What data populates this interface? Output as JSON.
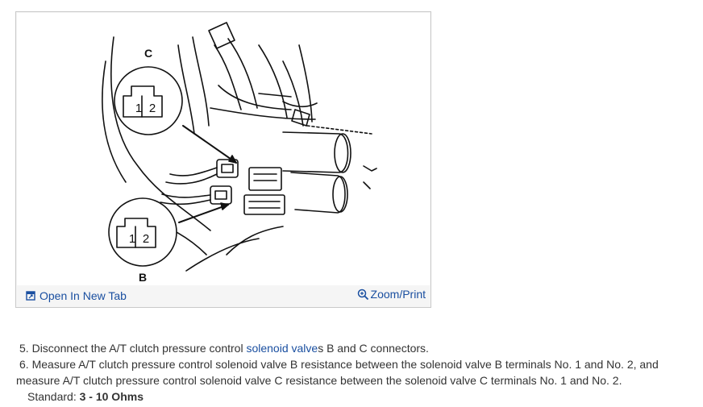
{
  "figure": {
    "label_c": "C",
    "label_b": "B",
    "connector_c_pins": [
      "1",
      "2"
    ],
    "connector_b_pins": [
      "1",
      "2"
    ],
    "open_new_tab_label": "Open In New Tab",
    "zoom_print_label": "Zoom/Print"
  },
  "steps": {
    "step5": {
      "number": "5.",
      "text_before": "Disconnect the A/T clutch pressure control",
      "link_text": "solenoid valve",
      "text_after": "s B and C connectors."
    },
    "step6": {
      "number": "6.",
      "text": "Measure A/T clutch pressure control solenoid valve B resistance between the solenoid valve B terminals No. 1 and No. 2, and measure A/T clutch pressure control solenoid valve C resistance between the solenoid valve C terminals No. 1 and No. 2."
    },
    "standard": {
      "label": "Standard:",
      "value": "3 - 10 Ohms"
    }
  },
  "colors": {
    "link": "#1a4fa0",
    "text": "#333333",
    "border": "#c9c9c9"
  }
}
